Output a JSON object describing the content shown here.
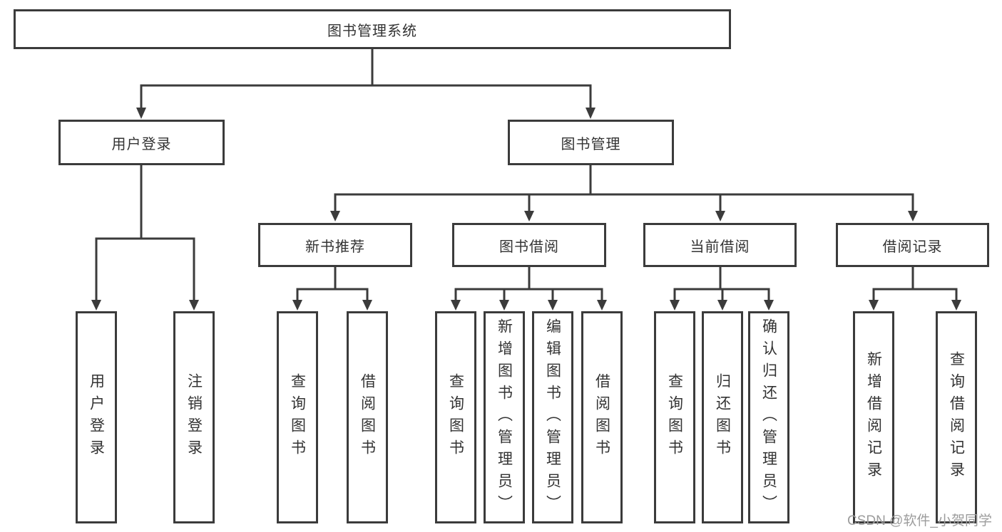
{
  "diagram": {
    "root": {
      "label": "图书管理系统"
    },
    "level2": [
      {
        "label": "用户登录",
        "children": [
          {
            "label": "用户登录"
          },
          {
            "label": "注销登录"
          }
        ]
      },
      {
        "label": "图书管理",
        "children": [
          {
            "label": "新书推荐",
            "children": [
              {
                "label": "查询图书"
              },
              {
                "label": "借阅图书"
              }
            ]
          },
          {
            "label": "图书借阅",
            "children": [
              {
                "label": "查询图书"
              },
              {
                "label": "新增图书（管理员）"
              },
              {
                "label": "编辑图书（管理员）"
              },
              {
                "label": "借阅图书"
              }
            ]
          },
          {
            "label": "当前借阅",
            "children": [
              {
                "label": "查询图书"
              },
              {
                "label": "归还图书"
              },
              {
                "label": "确认归还（管理员）"
              }
            ]
          },
          {
            "label": "借阅记录",
            "children": [
              {
                "label": "新增借阅记录"
              },
              {
                "label": "查询借阅记录"
              }
            ]
          }
        ]
      }
    ],
    "watermark": "CSDN @软件_小贺同学",
    "colors": {
      "line": "#3b3b3b",
      "text": "#333333",
      "watermark": "#9c9c9c",
      "background": "#ffffff"
    }
  }
}
